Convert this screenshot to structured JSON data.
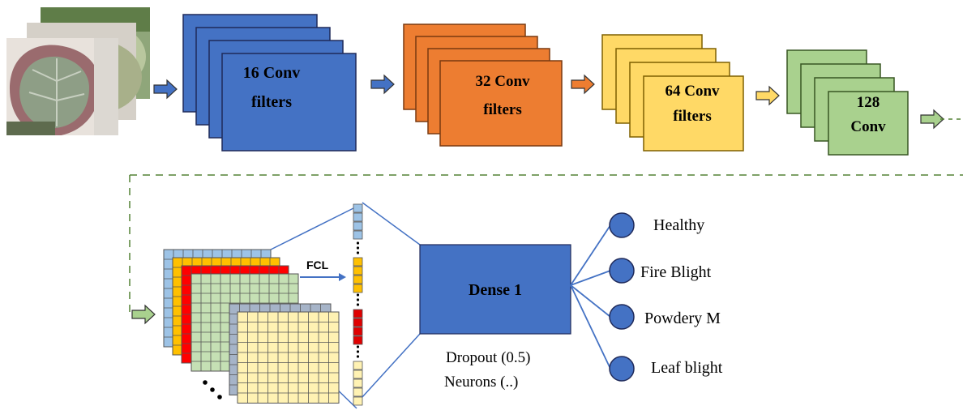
{
  "pipeline": {
    "conv_blocks": [
      {
        "line1": "16 Conv",
        "line2": "filters",
        "fill": "#4472C4",
        "stroke": "#1F2A5A"
      },
      {
        "line1": "32 Conv",
        "line2": "filters",
        "fill": "#ED7D31",
        "stroke": "#7A3A10"
      },
      {
        "line1": "64 Conv",
        "line2": "filters",
        "fill": "#FFD966",
        "stroke": "#7F6000"
      },
      {
        "line1": "128",
        "line2": "Conv",
        "fill": "#A9D18E",
        "stroke": "#385723"
      }
    ],
    "arrow_colors": [
      "#4472C4",
      "#4472C4",
      "#ED7D31",
      "#FFD966",
      "#A9D18E",
      "#A9D18E"
    ],
    "connector_color": "#548235"
  },
  "input_image": {
    "icon": "leaf-photo-stack"
  },
  "feature_maps": {
    "fcl_label": "FCL",
    "layer_colors": [
      "#9DC3E6",
      "#FFC000",
      "#FF0000",
      "#C5E0B4",
      "#A6B4C8",
      "#FFF2B3"
    ],
    "vector_colors": [
      "#9DC3E6",
      "#FFC000",
      "#E00000",
      "#FFF2B3"
    ]
  },
  "dense": {
    "label": "Dense 1",
    "fill": "#4472C4",
    "dropout": "Dropout (0.5)",
    "neurons": "Neurons (..)"
  },
  "outputs": [
    {
      "label": "Healthy"
    },
    {
      "label": "Fire Blight"
    },
    {
      "label": "Powdery M"
    },
    {
      "label": "Leaf blight"
    }
  ],
  "output_node_color": "#4472C4"
}
